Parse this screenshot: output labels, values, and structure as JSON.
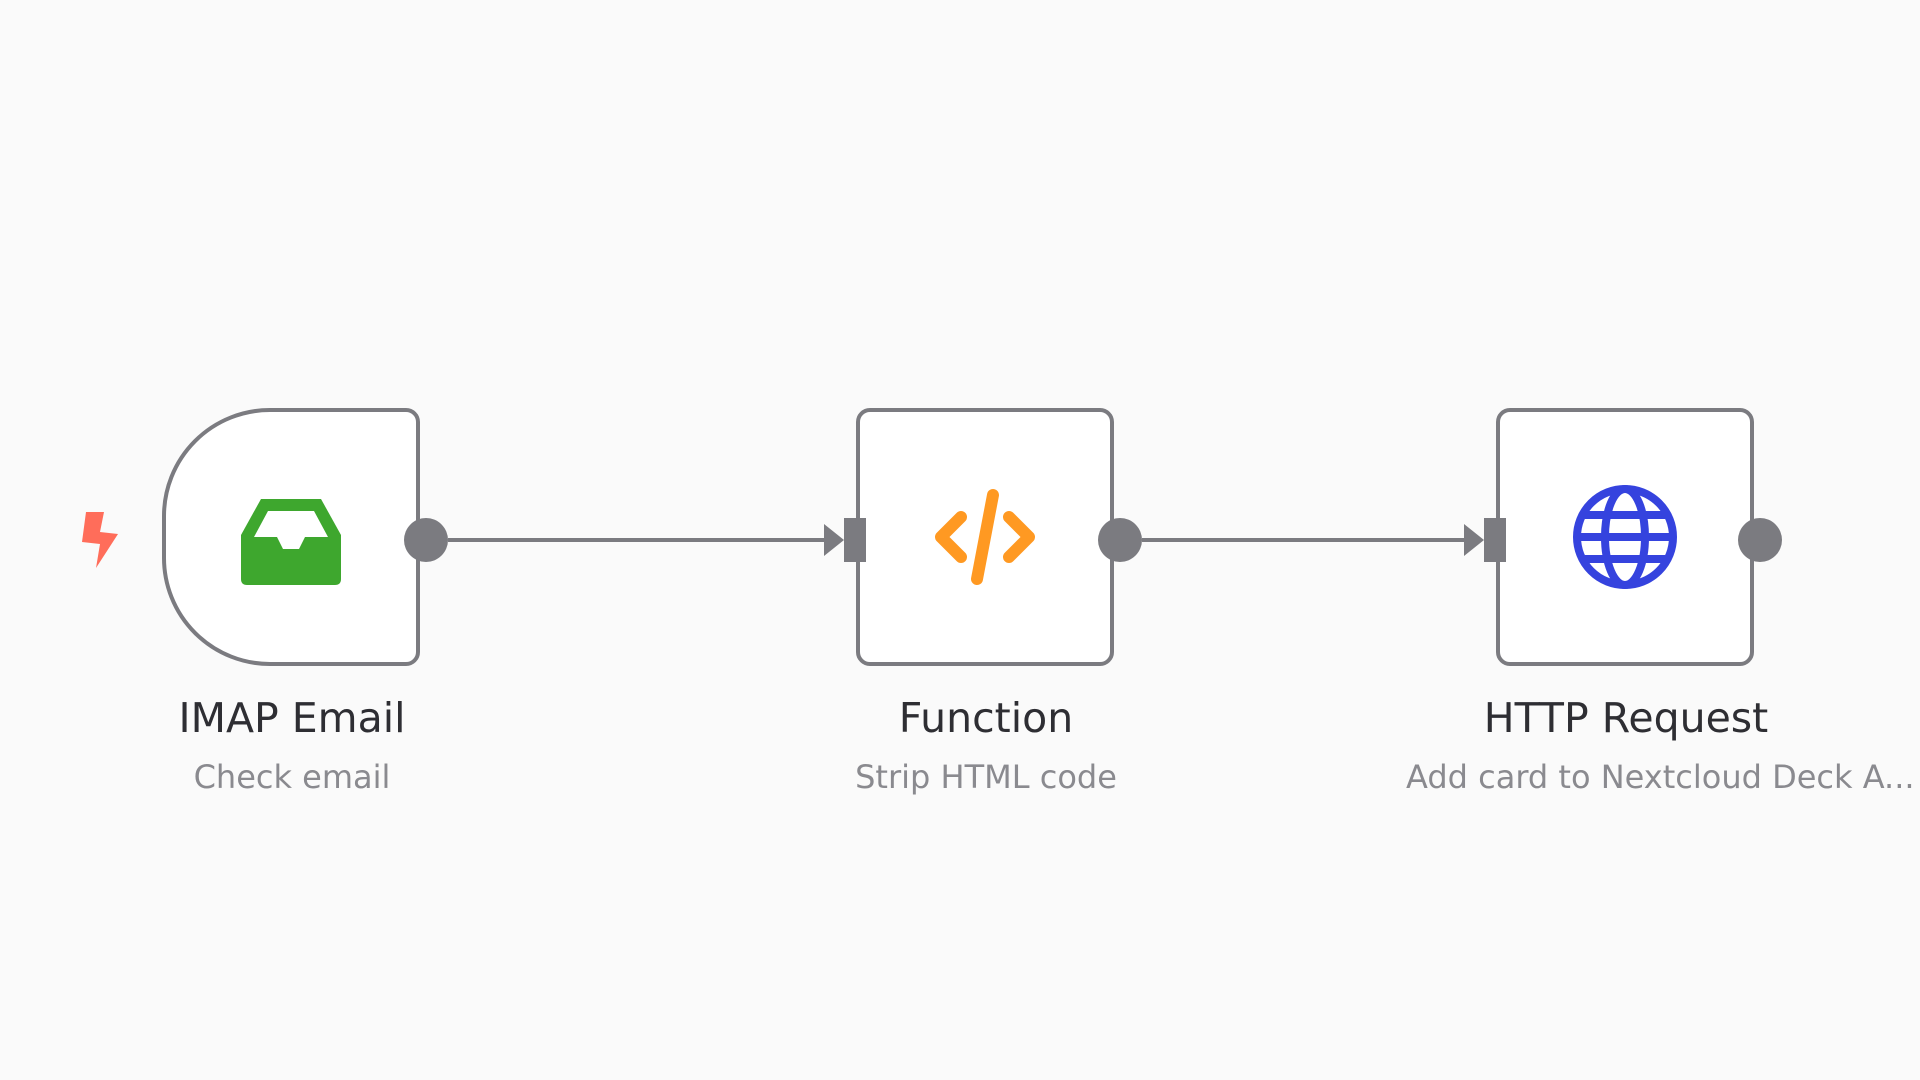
{
  "canvas": {
    "background": "#fafafa",
    "connector_color": "#7b7b80"
  },
  "trigger_indicator": {
    "icon": "lightning-bolt-icon",
    "color": "#ff6d5a"
  },
  "nodes": [
    {
      "id": "imap-email",
      "title": "IMAP Email",
      "subtitle": "Check email",
      "icon": "inbox-icon",
      "icon_color": "#3ea72e",
      "is_trigger": true
    },
    {
      "id": "function",
      "title": "Function",
      "subtitle": "Strip HTML code",
      "icon": "code-icon",
      "icon_color": "#ff9922",
      "is_trigger": false
    },
    {
      "id": "http-request",
      "title": "HTTP Request",
      "subtitle": "Add card to Nextcloud Deck A...",
      "icon": "globe-icon",
      "icon_color": "#3543de",
      "is_trigger": false
    }
  ],
  "connections": [
    {
      "from": "imap-email",
      "to": "function"
    },
    {
      "from": "function",
      "to": "http-request"
    }
  ]
}
